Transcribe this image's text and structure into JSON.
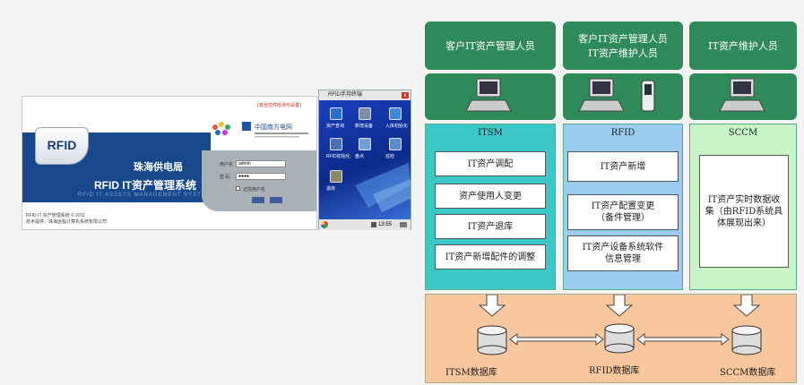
{
  "login": {
    "top_link": "[安全控件检测与设置]",
    "brand_cn": "中国南方电网",
    "org": "珠海供电局",
    "system_name": "RFID IT资产管理系统",
    "subtitle": "RFID IT ASSETS MANAGEMENT SYSTEM",
    "badge": "RFID",
    "username_label": "用户名",
    "username_value": "admin",
    "password_label": "密 码",
    "password_value": "●●●●",
    "remember_label": "记住用户名",
    "footer_line1": "RFID IT 资产管理系统 © 2011",
    "footer_line2": "技术提供：珠海远程计算机系统有限公司"
  },
  "pda": {
    "title": "RFID手持终端",
    "close": "x",
    "items": [
      {
        "label": "资产查询",
        "color": "#2a6fd0"
      },
      {
        "label": "新增设备",
        "color": "#7a8fa8"
      },
      {
        "label": "入库初始化",
        "color": "#3c8ad8"
      },
      {
        "label": "RFID初始化",
        "color": "#4a6fb4"
      },
      {
        "label": "盘点",
        "color": "#6fa0d8"
      },
      {
        "label": "巡检",
        "color": "#5a8bd0"
      },
      {
        "label": "退库",
        "color": "#8a8a6a"
      }
    ],
    "clock": "13:55"
  },
  "diagram": {
    "roles": [
      "客户IT资产管理人员",
      "客户IT资产管理人员\nIT资产维护人员",
      "IT资产维护人员"
    ],
    "panels": [
      {
        "title": "ITSM",
        "color": "#3cc8c8",
        "items": [
          "IT资产调配",
          "资产使用人变更",
          "IT资产退库",
          "IT资产新增配件的调整"
        ]
      },
      {
        "title": "RFID",
        "color": "#99ccee",
        "items": [
          "IT资产新增",
          "IT资产配置变更\n（备件管理）",
          "IT资产设备系统软件\n信息管理"
        ]
      },
      {
        "title": "SCCM",
        "color": "#c8f4c8",
        "items": [
          "IT资产实时数据收集（由RFID系统具体展现出来）"
        ]
      }
    ],
    "databases": [
      "ITSM数据库",
      "RFID数据库",
      "SCCM数据库"
    ]
  },
  "colors": {
    "role_green": "#2f8a5a",
    "db_area": "#f8c79d",
    "login_blue": "#17488c"
  }
}
